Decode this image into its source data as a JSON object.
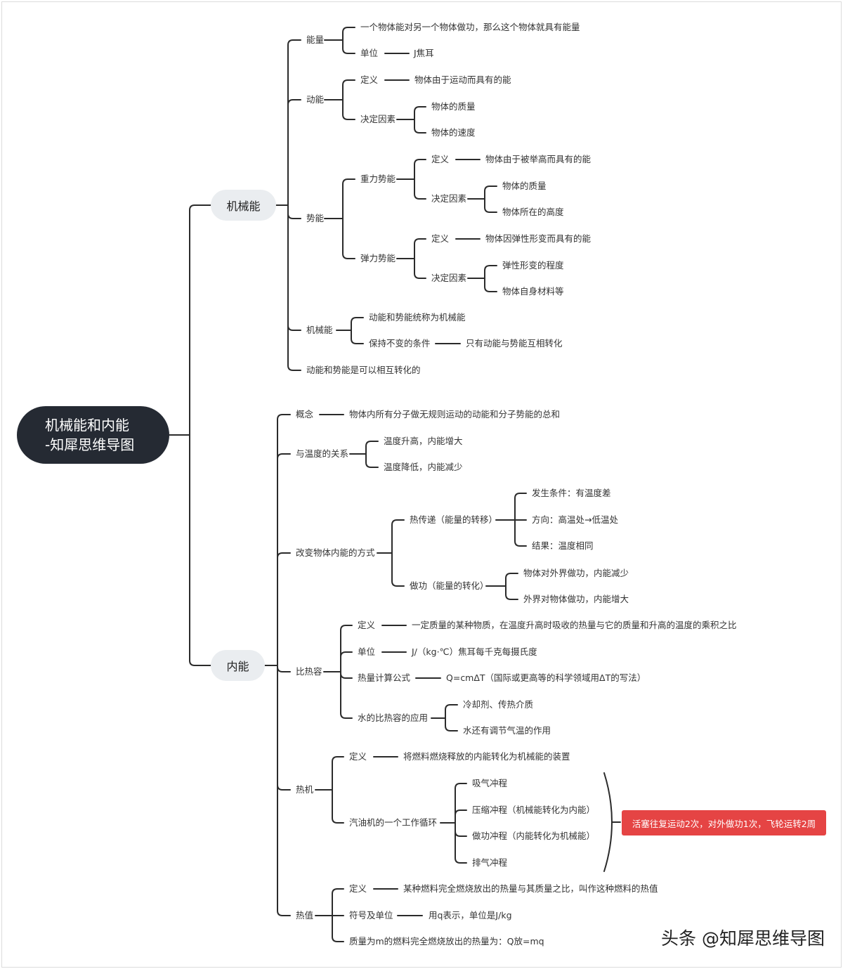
{
  "root": {
    "line1": "机械能和内能",
    "line2": "-知犀思维导图"
  },
  "mechanical": {
    "label": "机械能",
    "energy": {
      "label": "能量",
      "definition": "一个物体能对另一个物体做功，那么这个物体就具有能量",
      "unit_label": "单位",
      "unit_value": "J焦耳"
    },
    "kinetic": {
      "label": "动能",
      "def_label": "定义",
      "def_value": "物体由于运动而具有的能",
      "factors_label": "决定因素",
      "factors": [
        "物体的质量",
        "物体的速度"
      ]
    },
    "potential": {
      "label": "势能",
      "gravity": {
        "label": "重力势能",
        "def_label": "定义",
        "def_value": "物体由于被举高而具有的能",
        "factors_label": "决定因素",
        "factors": [
          "物体的质量",
          "物体所在的高度"
        ]
      },
      "elastic": {
        "label": "弹力势能",
        "def_label": "定义",
        "def_value": "物体因弹性形变而具有的能",
        "factors_label": "决定因素",
        "factors": [
          "弹性形变的程度",
          "物体自身材料等"
        ]
      }
    },
    "mech": {
      "label": "机械能",
      "item1": "动能和势能统称为机械能",
      "cond_label": "保持不变的条件",
      "cond_value": "只有动能与势能互相转化"
    },
    "convert": "动能和势能是可以相互转化的"
  },
  "internal": {
    "label": "内能",
    "concept": {
      "label": "概念",
      "value": "物体内所有分子做无规则运动的动能和分子势能的总和"
    },
    "temp": {
      "label": "与温度的关系",
      "items": [
        "温度升高，内能增大",
        "温度降低，内能减少"
      ]
    },
    "change": {
      "label": "改变物体内能的方式",
      "heat": {
        "label": "热传递（能量的转移）",
        "items": [
          "发生条件：有温度差",
          "方向：高温处→低温处",
          "结果：温度相同"
        ]
      },
      "work": {
        "label": "做功（能量的转化）",
        "items": [
          "物体对外界做功，内能减少",
          "外界对物体做功，内能增大"
        ]
      }
    },
    "specific": {
      "label": "比热容",
      "def_label": "定义",
      "def_value": "一定质量的某种物质，在温度升高时吸收的热量与它的质量和升高的温度的乘积之比",
      "unit_label": "单位",
      "unit_value": "J/（kg·℃）焦耳每千克每摄氏度",
      "formula_label": "热量计算公式",
      "formula_value": "Q=cmΔT（国际或更高等的科学领域用ΔT的写法）",
      "water_label": "水的比热容的应用",
      "water_items": [
        "冷却剂、传热介质",
        "水还有调节气温的作用"
      ]
    },
    "engine": {
      "label": "热机",
      "def_label": "定义",
      "def_value": "将燃料燃烧释放的内能转化为机械能的装置",
      "cycle_label": "汽油机的一个工作循环",
      "strokes": [
        "吸气冲程",
        "压缩冲程（机械能转化为内能）",
        "做功冲程（内能转化为机械能）",
        "排气冲程"
      ],
      "note": "活塞往复运动2次，对外做功1次，飞轮运转2周"
    },
    "fuel": {
      "label": "热值",
      "def_label": "定义",
      "def_value": "某种燃料完全燃烧放出的热量与其质量之比，叫作这种燃料的热值",
      "sym_label": "符号及单位",
      "sym_value": "用q表示，单位是J/kg",
      "formula": "质量为m的燃料完全燃烧放出的热量为：Q放=mq"
    }
  },
  "watermark": "头条 @知犀思维导图",
  "colors": {
    "line": "#2b2b2b",
    "root_bg": "#252a33",
    "main_bg": "#eaedf0",
    "note_bg": "#e54444",
    "text": "#333333"
  }
}
